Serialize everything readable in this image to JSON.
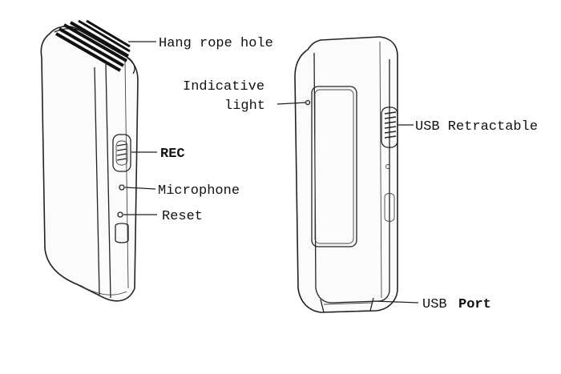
{
  "labels": {
    "hang_rope_hole": "Hang rope hole",
    "rec": "REC",
    "microphone": "Microphone",
    "reset": "Reset",
    "indicative_line1": "Indicative",
    "indicative_line2": "light",
    "usb_retractable": "USB Retractable",
    "usb_port_prefix": "USB",
    "usb_port_bold": "Port"
  }
}
